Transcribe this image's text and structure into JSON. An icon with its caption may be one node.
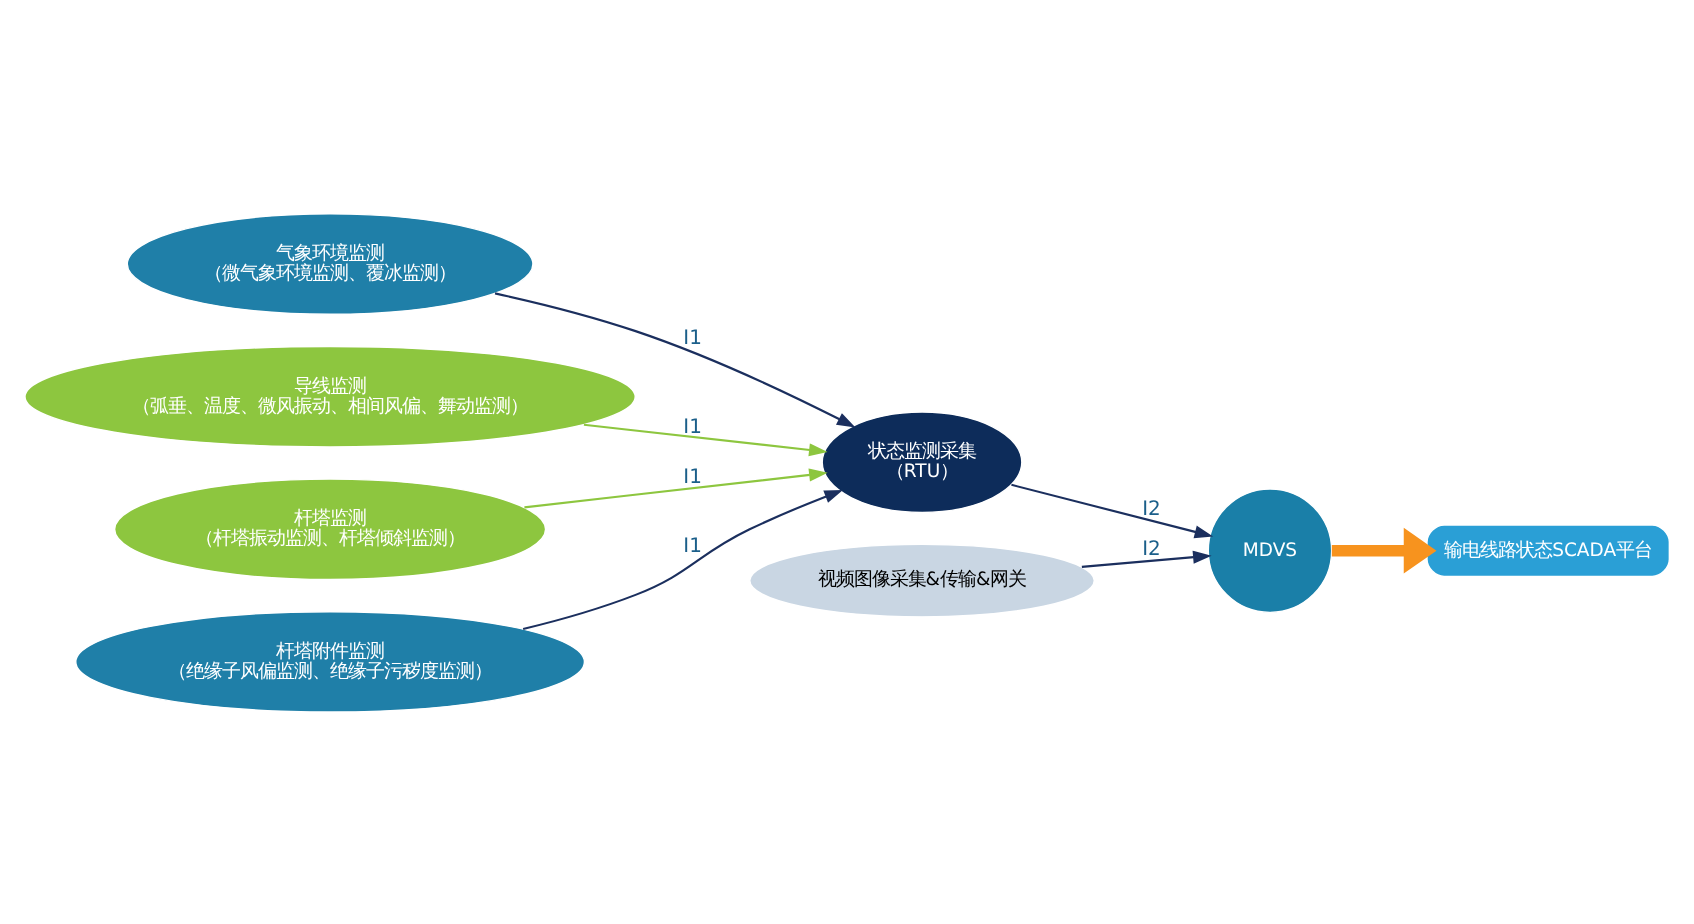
{
  "diagram": {
    "nodes": [
      {
        "text": [
          "气象环境监测",
          "（微气象环境监测、覆冰监测）"
        ]
      },
      {
        "text": [
          "导线监测",
          "（弧垂、温度、微风振动、相间风偏、舞动监测）"
        ]
      },
      {
        "text": [
          "杆塔监测",
          "（杆塔振动监测、杆塔倾斜监测）"
        ]
      },
      {
        "text": [
          "杆塔附件监测",
          "（绝缘子风偏监测、绝缘子污秽度监测）"
        ]
      },
      {
        "text": [
          "视频图像采集&传输&网关"
        ]
      },
      {
        "text": [
          "状态监测采集",
          "（RTU）"
        ]
      },
      {
        "text": [
          "MDVS"
        ]
      },
      {
        "text": [
          "输电线路状态SCADA平台"
        ]
      }
    ],
    "edges": [
      {
        "from": 0,
        "to": 5,
        "arrow": "to",
        "label": "I1"
      },
      {
        "from": 1,
        "to": 5,
        "arrow": "to",
        "label": "I1",
        "color": "#8dc63f"
      },
      {
        "from": 2,
        "to": 5,
        "arrow": "to",
        "label": "I1",
        "color": "#8dc63f"
      },
      {
        "from": 3,
        "to": 5,
        "arrow": "to",
        "label": "I1"
      },
      {
        "from": 4,
        "to": 6,
        "arrow": "to",
        "label": "I2"
      },
      {
        "from": 5,
        "to": 6,
        "arrow": "to",
        "label": "I2"
      },
      {
        "from": 6,
        "to": 7,
        "arrow": "to",
        "style": "thick",
        "color": "#f7931e"
      }
    ]
  }
}
